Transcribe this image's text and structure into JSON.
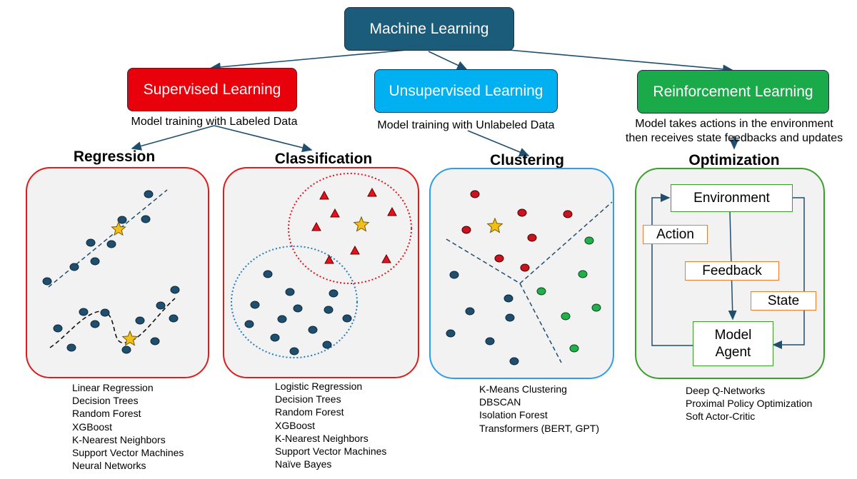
{
  "root": {
    "label": "Machine Learning",
    "color": "#1a5c7a"
  },
  "categories": [
    {
      "label": "Supervised Learning",
      "color": "#e8000b",
      "caption": [
        "Model training with Labeled Data"
      ]
    },
    {
      "label": "Unsupervised Learning",
      "color": "#00b0f0",
      "caption": [
        "Model training with Unlabeled Data"
      ]
    },
    {
      "label": "Reinforcement Learning",
      "color": "#1aaa4a",
      "caption": [
        "Model takes actions in the environment",
        "then receives state feedbacks and updates"
      ]
    }
  ],
  "tasks": [
    {
      "heading": "Regression",
      "border": "#e01b1b",
      "algorithms": [
        "Linear Regression",
        "Decision Trees",
        "Random Forest",
        "XGBoost",
        "K-Nearest Neighbors",
        "Support Vector Machines",
        "Neural Networks"
      ]
    },
    {
      "heading": "Classification",
      "border": "#e01b1b",
      "algorithms": [
        "Logistic Regression",
        "Decision Trees",
        "Random Forest",
        "XGBoost",
        "K-Nearest Neighbors",
        "Support Vector Machines",
        "Naïve Bayes"
      ]
    },
    {
      "heading": "Clustering",
      "border": "#2f9ee8",
      "algorithms": [
        "K-Means Clustering",
        "DBSCAN",
        "Isolation Forest",
        "Transformers (BERT, GPT)"
      ]
    },
    {
      "heading": "Optimization",
      "border": "#3aa02a",
      "algorithms": [
        "Deep Q-Networks",
        "Proximal Policy Optimization",
        "Soft Actor-Critic"
      ]
    }
  ],
  "rl_loop": {
    "environment": "Environment",
    "action": "Action",
    "feedback": "Feedback",
    "state": "State",
    "agent_line1": "Model",
    "agent_line2": "Agent"
  },
  "colors": {
    "point_fill": "#1f4e6e",
    "triangle_fill": "#e8101a",
    "red_point": "#c8141e",
    "green_point": "#22b04a",
    "star": "#f2bf16",
    "connector": "#1f4e6e",
    "green_border": "#3aa02a",
    "orange_border": "#ee7d31"
  }
}
